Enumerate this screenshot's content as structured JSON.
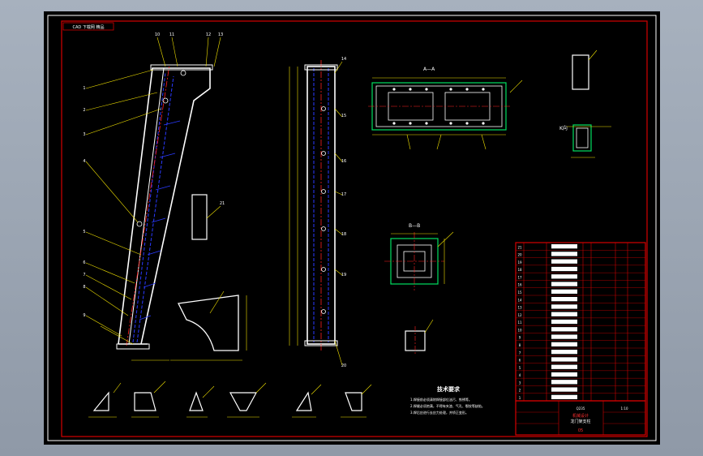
{
  "drawing": {
    "stamp_label": "CAD 下载网 精品",
    "tech_title": "技术要求",
    "tech_notes": [
      "1.焊接前必须清除焊接部位油污、铁锈等。",
      "2.焊缝必须饱满，不得有夹渣、气孔、裂纹等缺陷。",
      "3.焊后应进行去应力处理，并矫正变形。"
    ],
    "section_a_label": "A—A",
    "section_b_label": "B—B",
    "side_view_label": "K向",
    "title_block": {
      "drawing_name": "龙门架支柱",
      "designer_unit": "机械设计",
      "scale": "1:10",
      "sheet_no": "05",
      "material": "Q235"
    },
    "part_labels": [
      "1",
      "2",
      "3",
      "4",
      "5",
      "6",
      "7",
      "8",
      "9",
      "10",
      "11",
      "12",
      "13",
      "14",
      "15",
      "16",
      "17",
      "18",
      "19",
      "20",
      "21"
    ]
  },
  "colors": {
    "background": "#000000",
    "border": "#d40000",
    "outline": "#ffffff",
    "dimension": "#f0e000",
    "hidden": "#2a3aff",
    "center": "#ff2020",
    "section": "#00e060"
  }
}
